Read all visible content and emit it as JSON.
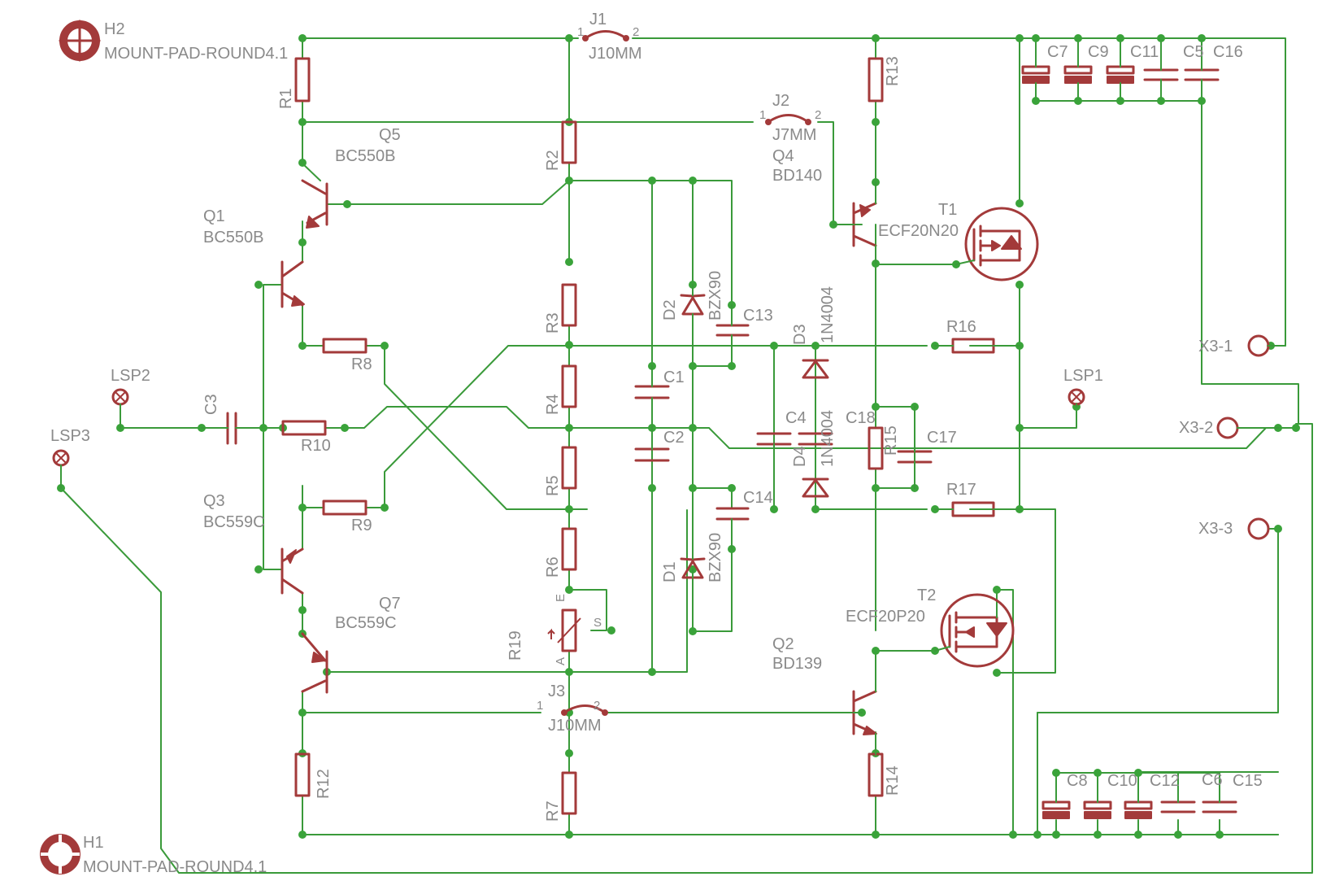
{
  "colors": {
    "wire": "#3a9a3a",
    "symbol": "#a33a3a",
    "label": "#8a8a8a",
    "background": "#ffffff"
  },
  "labels": {
    "H2": "H2",
    "H2v": "MOUNT-PAD-ROUND4.1",
    "H1": "H1",
    "H1v": "MOUNT-PAD-ROUND4.1",
    "J1": "J1",
    "J1v": "J10MM",
    "J2": "J2",
    "J2v": "J7MM",
    "J3": "J3",
    "J3v": "J10MM",
    "pin1": "1",
    "pin2": "2",
    "Q5": "Q5",
    "Q5v": "BC550B",
    "Q1": "Q1",
    "Q1v": "BC550B",
    "Q3": "Q3",
    "Q3v": "BC559C",
    "Q7": "Q7",
    "Q7v": "BC559C",
    "Q4": "Q4",
    "Q4v": "BD140",
    "Q2": "Q2",
    "Q2v": "BD139",
    "T1": "T1",
    "T1v": "ECF20N20",
    "T2": "T2",
    "T2v": "ECF20P20",
    "R1": "R1",
    "R2": "R2",
    "R3": "R3",
    "R4": "R4",
    "R5": "R5",
    "R6": "R6",
    "R7": "R7",
    "R8": "R8",
    "R9": "R9",
    "R10": "R10",
    "R12": "R12",
    "R13": "R13",
    "R14": "R14",
    "R15": "R15",
    "R16": "R16",
    "R17": "R17",
    "R19": "R19",
    "R19E": "E",
    "R19S": "S",
    "R19A": "A",
    "C1": "C1",
    "C2": "C2",
    "C3": "C3",
    "C4": "C4",
    "C5": "C5",
    "C6": "C6",
    "C7": "C7",
    "C8": "C8",
    "C9": "C9",
    "C10": "C10",
    "C11": "C11",
    "C12": "C12",
    "C13": "C13",
    "C14": "C14",
    "C15": "C15",
    "C16": "C16",
    "C17": "C17",
    "C18": "C18",
    "D1": "D1",
    "D1v": "BZX90",
    "D2": "D2",
    "D2v": "BZX90",
    "D3": "D3",
    "D3v": "1N4004",
    "D4": "D4",
    "D4v": "1N4004",
    "LSP1": "LSP1",
    "LSP2": "LSP2",
    "LSP3": "LSP3",
    "X31": "X3-1",
    "X32": "X3-2",
    "X33": "X3-3"
  }
}
